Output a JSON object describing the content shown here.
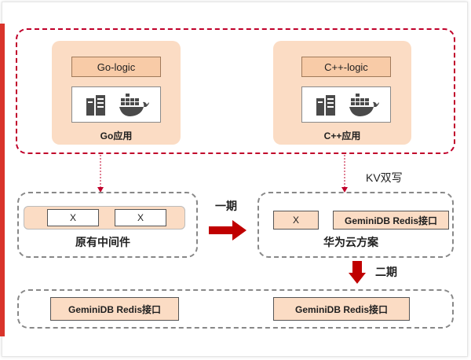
{
  "apps": {
    "go": {
      "logic_label": "Go-logic",
      "name": "Go应用"
    },
    "cpp": {
      "logic_label": "C++-logic",
      "name": "C++应用"
    }
  },
  "kv_dual_write": "KV双写",
  "original_middleware": {
    "items": [
      "X",
      "X"
    ],
    "caption": "原有中间件"
  },
  "phase_one": "一期",
  "huawei_solution": {
    "items": [
      "X",
      "GeminiDB Redis接口"
    ],
    "caption": "华为云方案"
  },
  "phase_two": "二期",
  "final_row": {
    "items": [
      "GeminiDB Redis接口",
      "GeminiDB Redis接口"
    ]
  },
  "colors": {
    "accent_red": "#c0002a",
    "peach": "#fbdcc4",
    "arrow_red": "#c00000"
  },
  "icons": [
    "server-icon",
    "docker-whale-icon"
  ]
}
